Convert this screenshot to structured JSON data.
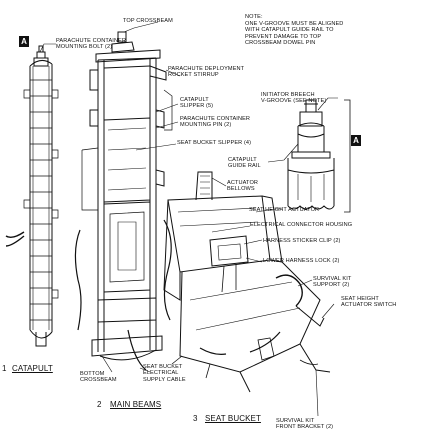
{
  "note": {
    "title": "NOTE:",
    "body": "ONE V-GROOVE MUST BE ALIGNED\nWITH CATAPULT GUIDE RAIL TO\nPREVENT DAMAGE TO TOP\nCROSSBEAM DOWEL PIN"
  },
  "detail_tag": "A",
  "labels": {
    "top_crossbeam": "TOP CROSSBEAM",
    "parachute_container_bolt": "PARACHUTE CONTAINER\nMOUNTING BOLT (2)",
    "parachute_deployment_stirrup": "PARACHUTE DEPLOYMENT\nROCKET STIRRUP",
    "catapult_slipper": "CATAPULT\nSLIPPER (5)",
    "parachute_container_pin": "PARACHUTE CONTAINER\nMOUNTING PIN (2)",
    "seat_bucket_slipper": "SEAT BUCKET SLIPPER (4)",
    "initiator_breech": "INITIATOR BREECH\nV-GROOVE (SEE NOTE)",
    "catapult_guide_rail": "CATAPULT\nGUIDE RAIL",
    "actuator_bellows": "ACTUATOR\nBELLOWS",
    "seat_height_actuator": "SEAT HEIGHT ACTUATOR",
    "electrical_connector_housing": "ELECTRICAL CONNECTOR HOUSING",
    "harness_sticker_clip": "HARNESS STICKER CLIP (2)",
    "lower_harness_lock": "LOWER HARNESS LOCK (2)",
    "survival_kit_support": "SURVIVAL KIT\nSUPPORT (2)",
    "seat_height_actuator_switch": "SEAT HEIGHT\nACTUATOR SWITCH",
    "bottom_crossbeam": "BOTTOM\nCROSSBEAM",
    "seat_bucket_supply_cable": "SEAT BUCKET\nELECTRICAL\nSUPPLY CABLE",
    "survival_kit_front_bracket": "SURVIVAL KIT\nFRONT BRACKET (2)"
  },
  "captions": {
    "catapult_num": "1",
    "catapult": "CATAPULT",
    "main_beams_num": "2",
    "main_beams": "MAIN BEAMS",
    "seat_bucket_num": "3",
    "seat_bucket": "SEAT BUCKET"
  }
}
